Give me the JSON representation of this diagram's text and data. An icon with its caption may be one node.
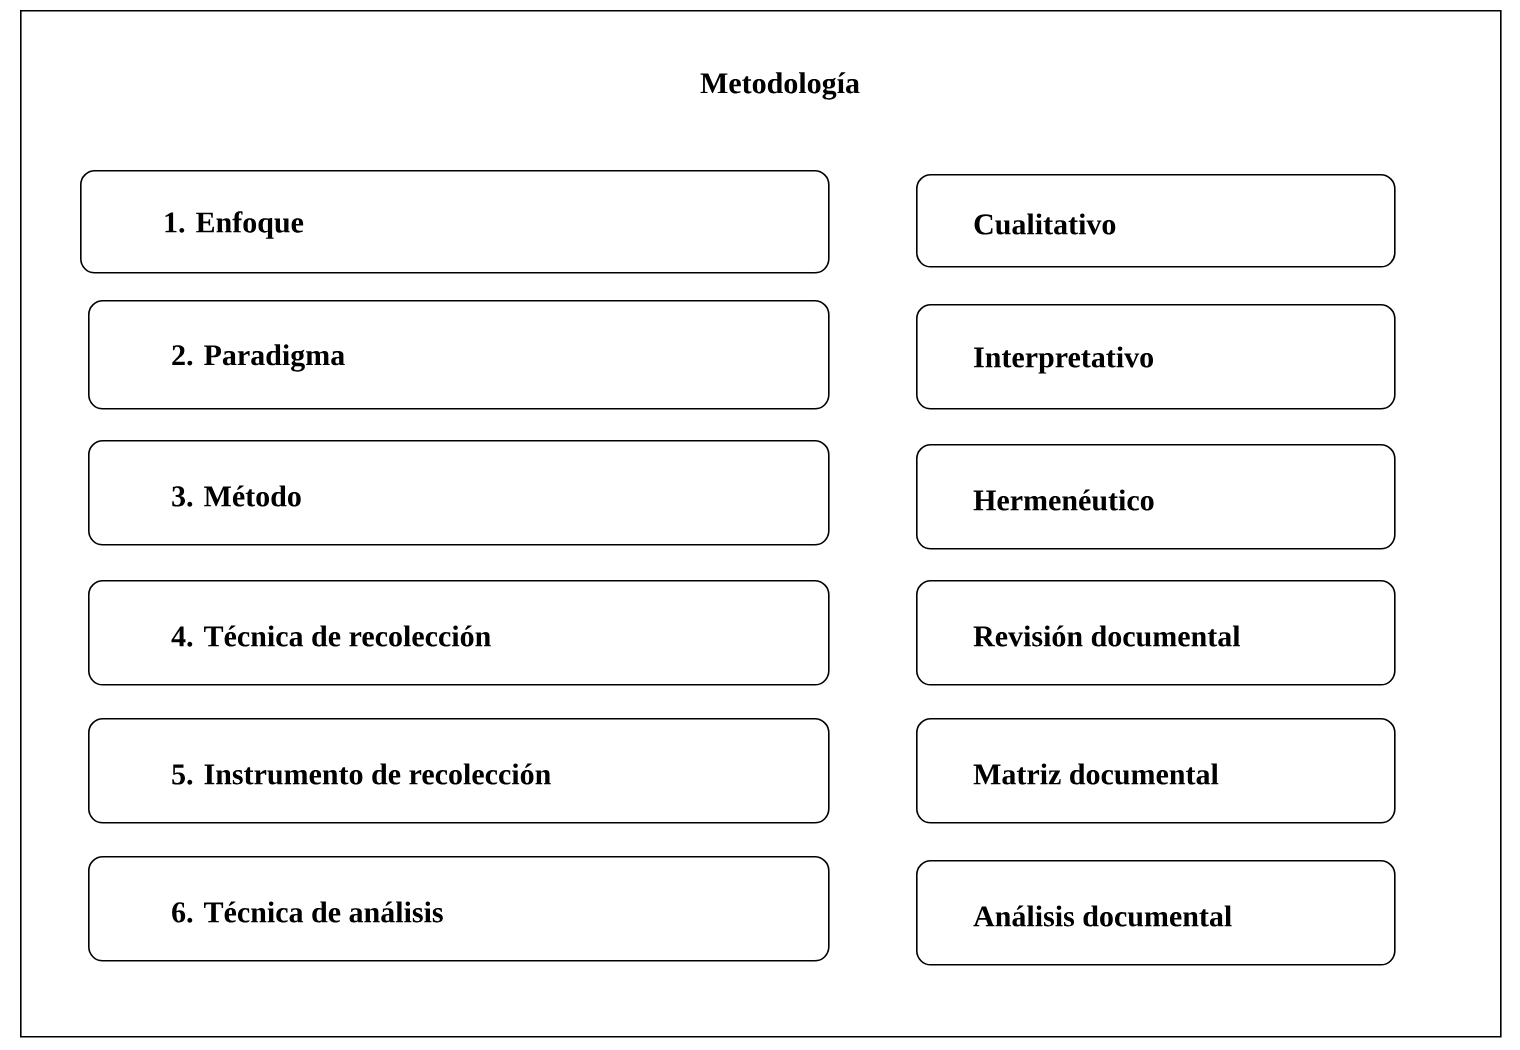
{
  "diagram": {
    "nodes": [
      {
        "text": [
          "Metodología"
        ]
      },
      {
        "text": [
          "1. Enfoque"
        ],
        "in": 0
      },
      {
        "text": [
          "Cualitativo"
        ],
        "in": 0
      },
      {
        "text": [
          "2. Paradigma"
        ],
        "in": 0
      },
      {
        "text": [
          "Interpretativo"
        ],
        "in": 0
      },
      {
        "text": [
          "3. Método"
        ],
        "in": 0
      },
      {
        "text": [
          "Hermenéutico"
        ],
        "in": 0
      },
      {
        "text": [
          "4. Técnica de recolección"
        ],
        "in": 0
      },
      {
        "text": [
          "Revisión documental"
        ],
        "in": 0
      },
      {
        "text": [
          "5. Instrumento de recolección"
        ],
        "in": 0
      },
      {
        "text": [
          "Matriz documental"
        ],
        "in": 0
      },
      {
        "text": [
          "6. Técnica de análisis"
        ],
        "in": 0
      },
      {
        "text": [
          "Análisis documental"
        ],
        "in": 0
      }
    ],
    "edges": []
  }
}
